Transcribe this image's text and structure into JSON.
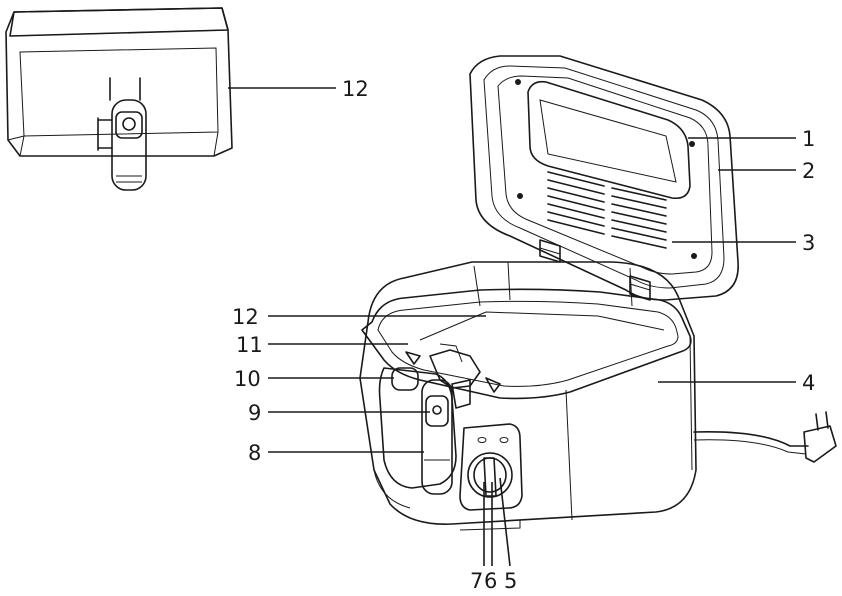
{
  "labels": {
    "basket_loose": "12",
    "lid_window": "1",
    "lid_frame": "2",
    "lid_filter": "3",
    "housing": "4",
    "basket_in_pot": "12",
    "pot_rim": "11",
    "switch_light": "10",
    "handle_button": "9",
    "basket_handle": "8",
    "control_knob_7": "7",
    "control_knob_6": "6",
    "control_knob_5": "5"
  },
  "colors": {
    "line": "#1a1a1a",
    "background": "#ffffff"
  }
}
